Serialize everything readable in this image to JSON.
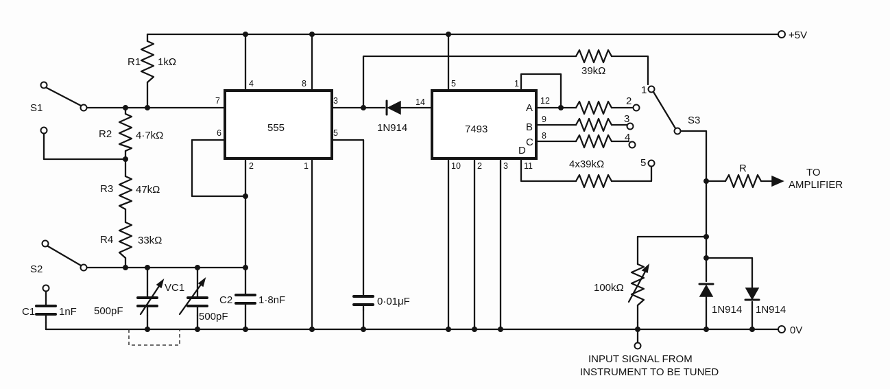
{
  "rails": {
    "supply": "+5V",
    "ground": "0V"
  },
  "switches": {
    "s1": "S1",
    "s2": "S2",
    "s3": "S3"
  },
  "s3_positions": [
    "1",
    "2",
    "3",
    "4",
    "5"
  ],
  "resistors": {
    "r1": {
      "name": "R1",
      "value": "1kΩ"
    },
    "r2": {
      "name": "R2",
      "value": "4·7kΩ"
    },
    "r3": {
      "name": "R3",
      "value": "47kΩ"
    },
    "r4": {
      "name": "R4",
      "value": "33kΩ"
    },
    "feedback": "39kΩ",
    "ladder": "4x39kΩ",
    "output": "R",
    "tuning_pot": "100kΩ"
  },
  "capacitors": {
    "c1": {
      "name": "C1",
      "value": "1nF"
    },
    "vc1": {
      "name": "VC1",
      "value_left": "500pF",
      "value_right": "500pF"
    },
    "c2": {
      "name": "C2",
      "value": "1·8nF"
    },
    "c_ctrl": "0·01μF"
  },
  "diodes": {
    "d_main": "1N914",
    "d_left": "1N914",
    "d_right": "1N914"
  },
  "chips": {
    "timer": {
      "label": "555",
      "pins": [
        "4",
        "8",
        "7",
        "6",
        "3",
        "5",
        "2",
        "1"
      ]
    },
    "counter": {
      "label": "7493",
      "pins": [
        "5",
        "1",
        "14",
        "12",
        "9",
        "8",
        "11",
        "10",
        "2",
        "3"
      ],
      "outputs": [
        "A",
        "B",
        "C",
        "D"
      ]
    }
  },
  "output": {
    "line1": "TO",
    "line2": "AMPLIFIER"
  },
  "input_note": {
    "line1": "INPUT SIGNAL FROM",
    "line2": "INSTRUMENT  TO BE TUNED"
  }
}
